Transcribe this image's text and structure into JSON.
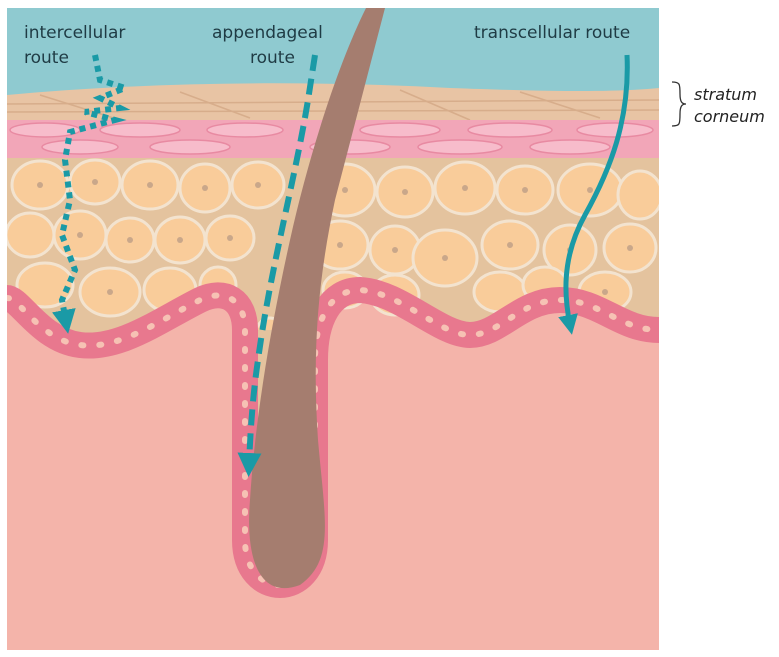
{
  "labels": {
    "intercellular_line1": "intercellular",
    "intercellular_line2": "route",
    "appendageal_line1": "appendageal",
    "appendageal_line2": "route",
    "transcellular": "transcellular route",
    "stratum_line1": "stratum",
    "stratum_line2": "corneum"
  },
  "colors": {
    "air": "#8fcad0",
    "stratum_corneum": "#e8c4a4",
    "granular_layer": "#f2a6b8",
    "epidermis_cells": "#f9cc9a",
    "cell_border": "#f0e0cc",
    "basal_layer": "#e8788e",
    "dermis": "#f4b4aa",
    "hair": "#a57d6f",
    "route_arrow": "#1a9aa6"
  }
}
